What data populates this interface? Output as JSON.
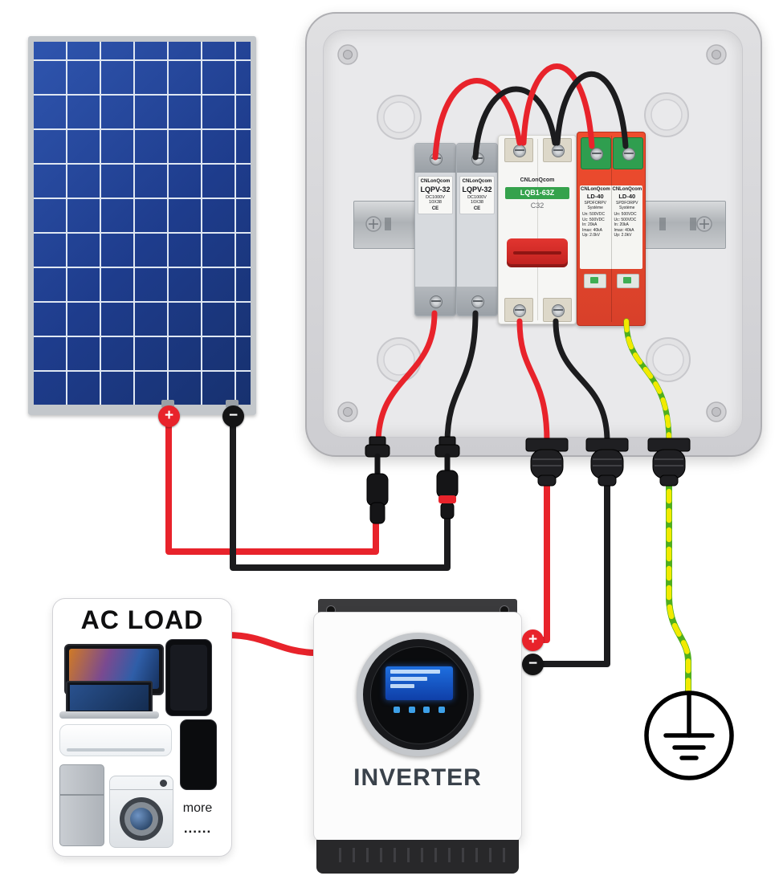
{
  "badges": {
    "plus": "+",
    "minus": "−"
  },
  "combiner_box": {
    "fuses": [
      {
        "brand": "CNLonQcom",
        "model": "LQPV-32",
        "voltage": "DC1000V",
        "size": "10X38",
        "cert": "CE"
      },
      {
        "brand": "CNLonQcom",
        "model": "LQPV-32",
        "voltage": "DC1000V",
        "size": "10X38",
        "cert": "CE"
      }
    ],
    "breaker": {
      "brand": "CNLonQcom",
      "model": "LQB1-63Z",
      "rating": "C32"
    },
    "spd_modules": [
      {
        "brand": "CNLonQcom",
        "model": "LD-40",
        "line1": "SPDFORPV",
        "line2": "Système",
        "specs": [
          "Un: 500VDC",
          "Uc: 500VDC",
          "In: 20kA",
          "Imax: 40kA",
          "Up: 2.0kV"
        ]
      },
      {
        "brand": "CNLonQcom",
        "model": "LD-40",
        "line1": "SPDFORPV",
        "line2": "Système",
        "specs": [
          "Un: 500VDC",
          "Uc: 500VDC",
          "In: 20kA",
          "Imax: 40kA",
          "Up: 2.0kV"
        ]
      }
    ]
  },
  "inverter": {
    "label": "INVERTER"
  },
  "ac_load": {
    "title": "AC LOAD",
    "more_label": "more",
    "dots": "......"
  },
  "colors": {
    "wire_red": "#e8232b",
    "wire_black": "#1c1c1e",
    "ground_green": "#4fae1e",
    "ground_yellow": "#f2ea00",
    "spd_body_red": "#e8492c",
    "terminal_green": "#2f9e4f",
    "panel_cell_blue": "#1e3c8c"
  }
}
